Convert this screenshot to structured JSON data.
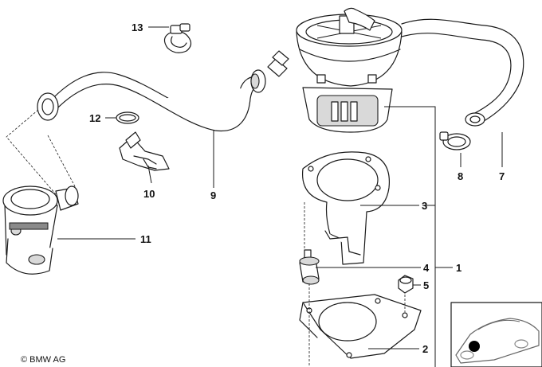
{
  "diagram": {
    "callouts": {
      "c1": "1",
      "c2": "2",
      "c3": "3",
      "c4": "4",
      "c5": "5",
      "c7": "7",
      "c8": "8",
      "c9": "9",
      "c10": "10",
      "c11": "11",
      "c12": "12",
      "c13": "13"
    },
    "copyright": "© BMW AG"
  }
}
